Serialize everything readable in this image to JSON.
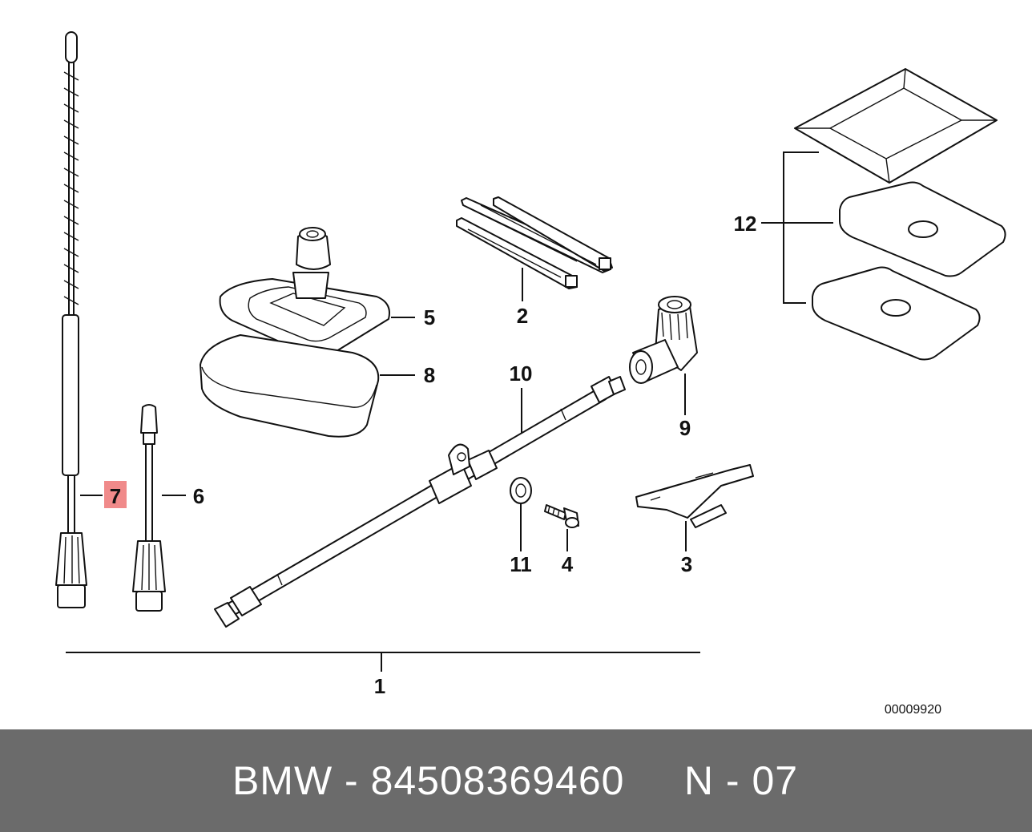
{
  "diagram": {
    "callouts": {
      "c1": "1",
      "c2": "2",
      "c3": "3",
      "c4": "4",
      "c5": "5",
      "c6": "6",
      "c7": "7",
      "c8": "8",
      "c9": "9",
      "c10": "10",
      "c11": "11",
      "c12": "12"
    },
    "highlighted_callout": "7",
    "highlight_color": "#f08a8a",
    "diagram_code": "00009920"
  },
  "footer": {
    "text": "BMW - 84508369460     N - 07",
    "background": "#6b6b6b"
  }
}
